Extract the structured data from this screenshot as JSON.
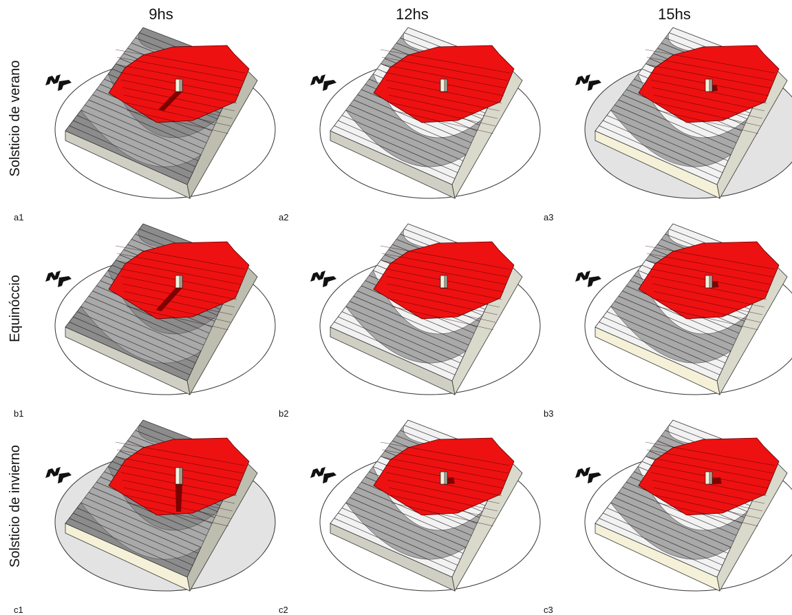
{
  "columns": [
    {
      "label": "9hs"
    },
    {
      "label": "12hs"
    },
    {
      "label": "15hs"
    }
  ],
  "rows": [
    {
      "label": "Solsticio de verano"
    },
    {
      "label": "Equinóccio"
    },
    {
      "label": "Solsticio de invierno"
    }
  ],
  "panels": [
    {
      "id": "a1",
      "row": 0,
      "col": 0,
      "shade": "dark",
      "disc": "white",
      "shadow": "left",
      "shadow_len": 0.6
    },
    {
      "id": "a2",
      "row": 0,
      "col": 1,
      "shade": "light",
      "disc": "white",
      "shadow": "none",
      "shadow_len": 0.2
    },
    {
      "id": "a3",
      "row": 0,
      "col": 2,
      "shade": "light",
      "disc": "grey",
      "shadow": "right",
      "shadow_len": 0.3
    },
    {
      "id": "b1",
      "row": 1,
      "col": 0,
      "shade": "dark",
      "disc": "white",
      "shadow": "left",
      "shadow_len": 0.8
    },
    {
      "id": "b2",
      "row": 1,
      "col": 1,
      "shade": "light",
      "disc": "white",
      "shadow": "none",
      "shadow_len": 0.3
    },
    {
      "id": "b3",
      "row": 1,
      "col": 2,
      "shade": "light",
      "disc": "white",
      "shadow": "right",
      "shadow_len": 0.4
    },
    {
      "id": "c1",
      "row": 2,
      "col": 0,
      "shade": "dark",
      "disc": "grey",
      "shadow": "down",
      "shadow_len": 1.0
    },
    {
      "id": "c2",
      "row": 2,
      "col": 1,
      "shade": "light",
      "disc": "white",
      "shadow": "right",
      "shadow_len": 0.5
    },
    {
      "id": "c3",
      "row": 2,
      "col": 2,
      "shade": "light",
      "disc": "white",
      "shadow": "right",
      "shadow_len": 0.7
    }
  ],
  "colors": {
    "plateau": "#ee1111",
    "terrain_dark": "#8c8c8c",
    "terrain_band": "#a9a9a9",
    "terrain_light": "#f2f2f2",
    "disc_grey": "#e3e3e3",
    "disc_white": "#ffffff",
    "block_side": "#d9d9cc",
    "contour": "#222222"
  }
}
